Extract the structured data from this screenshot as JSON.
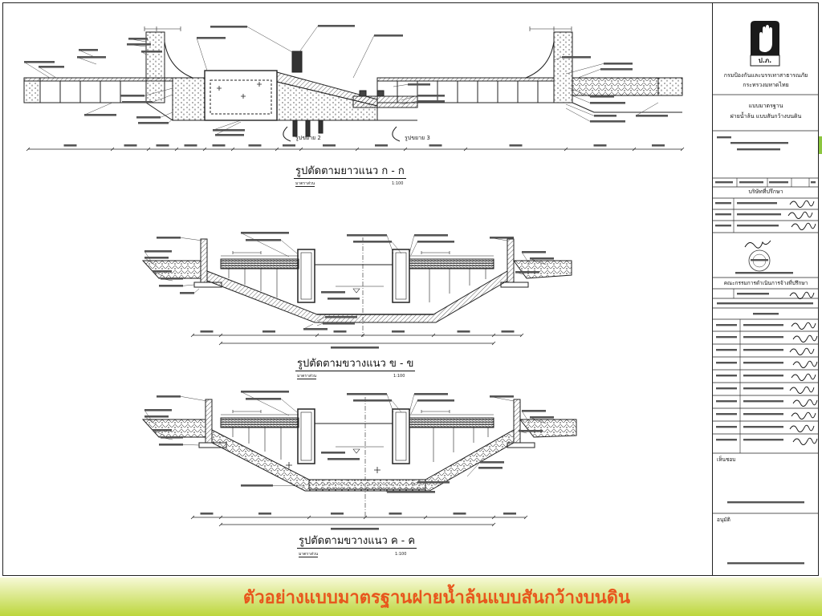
{
  "caption": "ตัวอย่างแบบมาตรฐานฝายน้ำล้นแบบสันกว้างบนดิน",
  "sections": [
    {
      "title": "รูปตัดตามยาวแนว ก - ก",
      "scale_label": "มาตราส่วน",
      "scale": "1:100"
    },
    {
      "title": "รูปตัดตามขวางแนว ข - ข",
      "scale_label": "มาตราส่วน",
      "scale": "1:100"
    },
    {
      "title": "รูปตัดตามขวางแนว ค - ค",
      "scale_label": "มาตราส่วน",
      "scale": "1:100"
    }
  ],
  "details": [
    "รูปขยาย 2",
    "รูปขยาย 3"
  ],
  "title_block": {
    "logo_text": "ป.ภ.",
    "org_line1": "กรมป้องกันและบรรเทาสาธารณภัย",
    "org_line2": "กระทรวงมหาดไทย",
    "drawing_title_line1": "แบบมาตรฐาน",
    "drawing_title_line2": "ฝายน้ำล้น แบบสันกว้างบนดิน",
    "consultant_heading": "บริษัทที่ปรึกษา",
    "committee_heading": "คณะกรรมการดำเนินการจ้างที่ปรึกษา",
    "approve_heading": "เห็นชอบ",
    "authorize_heading": "อนุมัติ"
  },
  "colors": {
    "caption_text": "#e8561d",
    "band_top": "#f7f9d6",
    "band_bottom": "#bcd63c",
    "edge_tab": "#8cc63f",
    "ink": "#222222"
  }
}
